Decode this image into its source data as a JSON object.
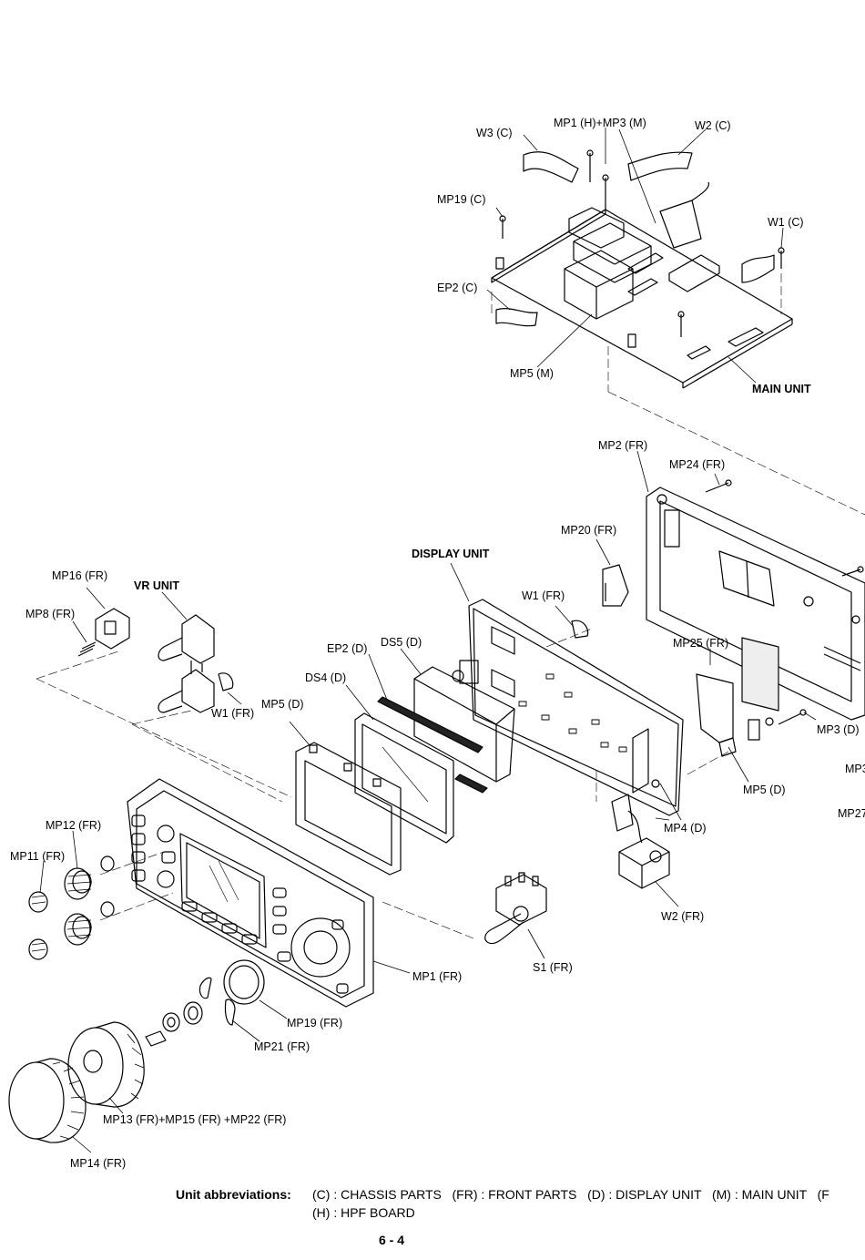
{
  "labels": {
    "w3_c": "W3 (C)",
    "mp1_h_mp3_m": "MP1 (H)+MP3 (M)",
    "w2_c": "W2 (C)",
    "mp19_c": "MP19 (C)",
    "w1_c": "W1 (C)",
    "ep2_c": "EP2 (C)",
    "mp5_m": "MP5 (M)",
    "main_unit": "MAIN UNIT",
    "mp2_fr": "MP2 (FR)",
    "mp24_fr": "MP24 (FR)",
    "mp20_fr": "MP20 (FR)",
    "display_unit": "DISPLAY UNIT",
    "w1_fr_top": "W1 (FR)",
    "mp16_fr": "MP16 (FR)",
    "vr_unit": "VR UNIT",
    "mp8_fr": "MP8 (FR)",
    "ep2_d": "EP2 (D)",
    "ds5_d": "DS5 (D)",
    "ds4_d": "DS4 (D)",
    "mp25_fr": "MP25 (FR)",
    "w1_fr": "W1 (FR)",
    "mp5_d_left": "MP5 (D)",
    "mp3_d": "MP3 (D)",
    "mp3_cut": "MP3",
    "mp5_d_right": "MP5 (D)",
    "mp27_cut": "MP27",
    "mp4_d": "MP4 (D)",
    "mp12_fr": "MP12 (FR)",
    "mp11_fr": "MP11 (FR)",
    "w2_fr": "W2 (FR)",
    "s1_fr": "S1 (FR)",
    "mp1_fr": "MP1 (FR)",
    "mp19_fr": "MP19 (FR)",
    "mp21_fr": "MP21 (FR)",
    "mp13_15_22": "MP13 (FR)+MP15 (FR) +MP22 (FR)",
    "mp14_fr": "MP14 (FR)"
  },
  "legend": {
    "title": "Unit abbreviations:",
    "line1": "(C) : CHASSIS PARTS   (FR) : FRONT PARTS   (D) : DISPLAY UNIT   (M) : MAIN UNIT   (F",
    "line2": "(H) : HPF BOARD"
  },
  "page_number": "6 - 4"
}
